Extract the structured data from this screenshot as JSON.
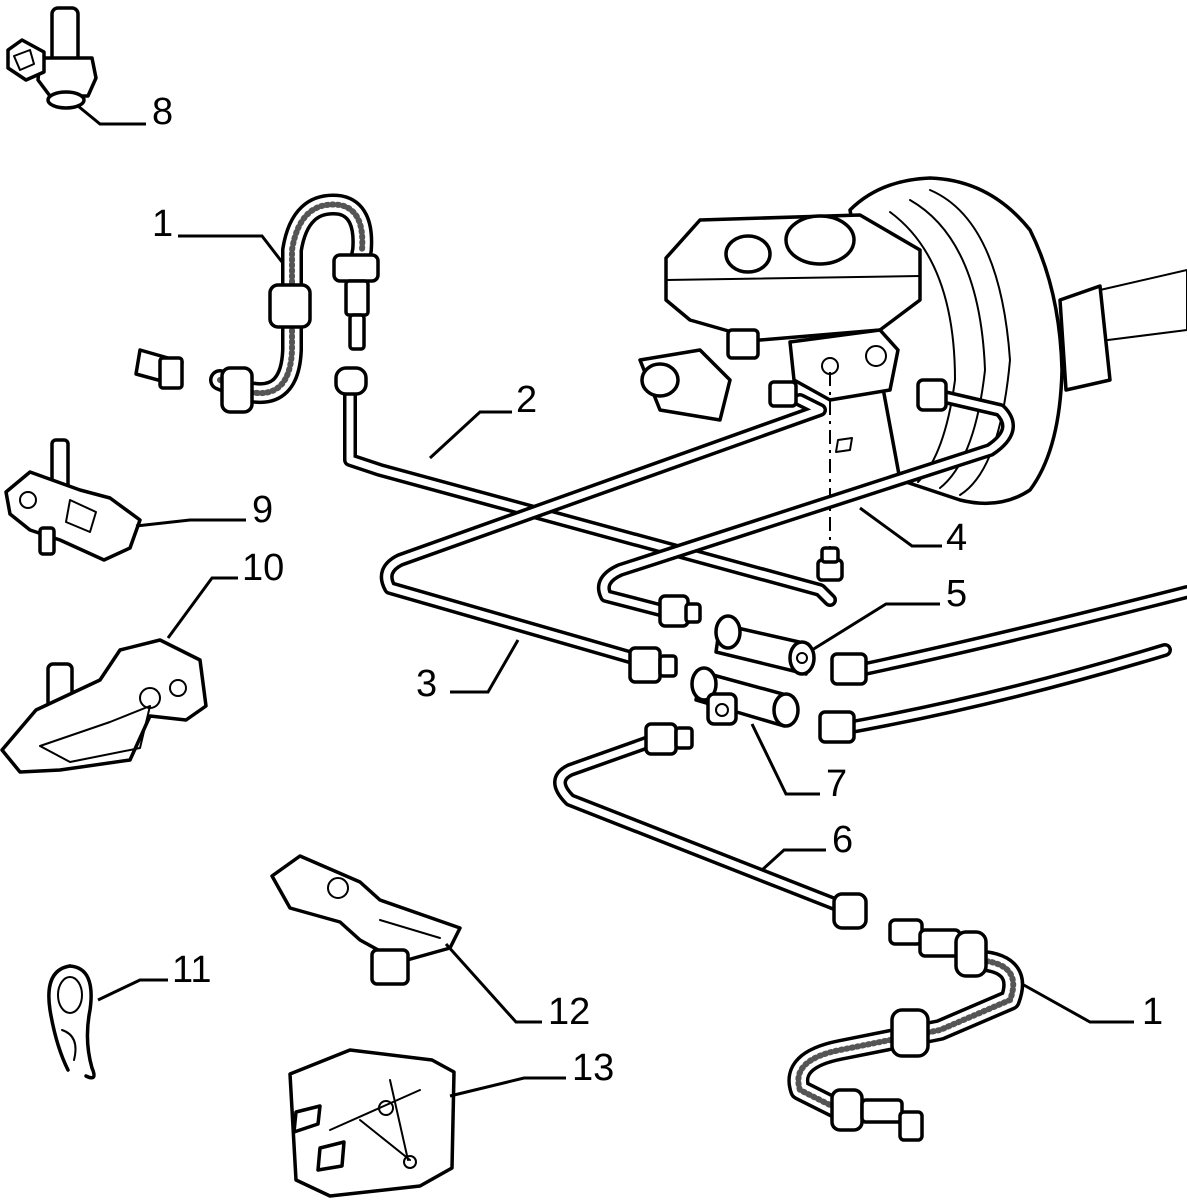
{
  "callouts": [
    {
      "id": "c8",
      "label": "8"
    },
    {
      "id": "c1a",
      "label": "1"
    },
    {
      "id": "c2",
      "label": "2"
    },
    {
      "id": "c9",
      "label": "9"
    },
    {
      "id": "c10",
      "label": "10"
    },
    {
      "id": "c4",
      "label": "4"
    },
    {
      "id": "c5",
      "label": "5"
    },
    {
      "id": "c3",
      "label": "3"
    },
    {
      "id": "c7",
      "label": "7"
    },
    {
      "id": "c6",
      "label": "6"
    },
    {
      "id": "c11",
      "label": "11"
    },
    {
      "id": "c12",
      "label": "12"
    },
    {
      "id": "c1b",
      "label": "1"
    },
    {
      "id": "c13",
      "label": "13"
    }
  ]
}
